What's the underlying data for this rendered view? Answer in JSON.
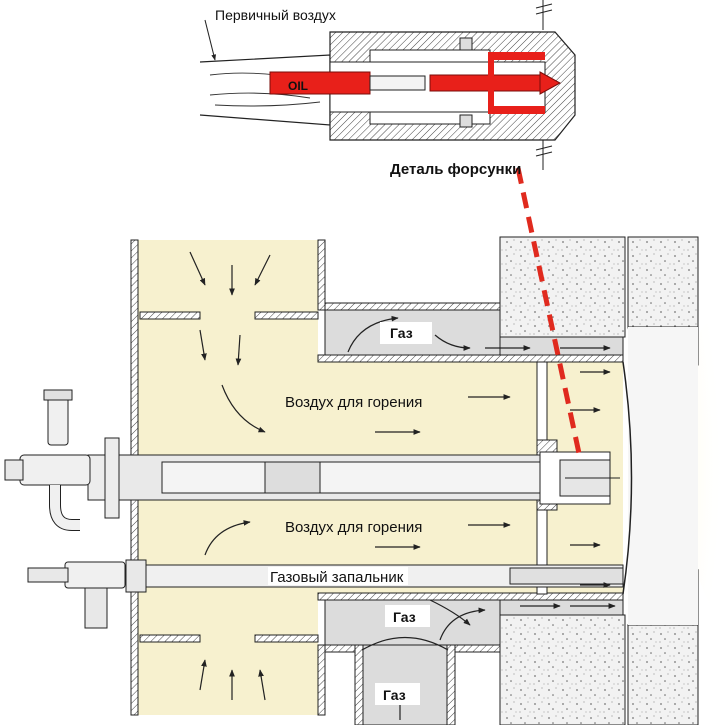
{
  "labels": {
    "primary_air": "Первичный воздух",
    "oil": "OIL",
    "nozzle_detail": "Деталь форсунки",
    "gas_top": "Газ",
    "combustion_air_top": "Воздух для горения",
    "combustion_air_bottom": "Воздух для горения",
    "gas_pilot": "Газовый запальник",
    "gas_bottom_chamber": "Газ",
    "gas_inlet": "Газ"
  },
  "colors": {
    "air_fill": "#f7f1cf",
    "gas_fill": "#dcdcdc",
    "refractory": "#eeeeee",
    "oil_red": "#e8201a",
    "outline": "#222222",
    "flame_glow": "#fff6c8"
  }
}
